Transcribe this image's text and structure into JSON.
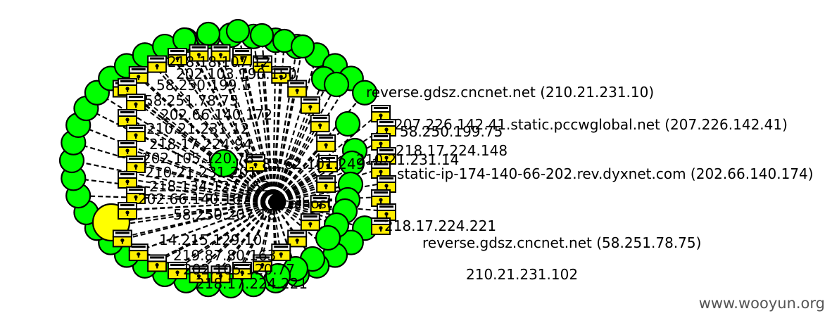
{
  "graph": {
    "center_label": "localhost",
    "colors": {
      "host_node": "#00ff00",
      "server_node": "#ffff00",
      "lock_badge": "#ffee00",
      "edge": "#000000",
      "node_stroke": "#000000"
    },
    "icons": {
      "host": "green-circle-node",
      "server": "yellow-circle-node",
      "secured": "padlock-server-icon"
    },
    "readable_labels": [
      "reverse.gdsz.cncnet.net (210.21.231.10)",
      "207.226.142.41.static.pccwglobal.net (207.226.142.41)",
      "218.17.224.148",
      "210.21.231.14",
      "static-ip-174-140-66-202.rev.dyxnet.com (202.66.140.174)",
      "reverse.gdsz.cncnet.net (58.251.78.75)",
      "210.21.231.102",
      "83.62.101.249",
      "58.250.199.75",
      "218.17.224.221"
    ],
    "inner_labels": [
      "218.18.107.12",
      "202.103.190.150",
      "58.250.199.1",
      "58.251.78.75",
      "202.66.140.172",
      "210.21.231.12",
      "218.17.224.94",
      "202.105.120.78",
      "210.21.231.201",
      "218.134.127.152",
      "202.66.140.167",
      "58.250.207.18",
      "14.215.129.10",
      "219.87.80.163",
      "202.105.120.77",
      "218.17.224.221"
    ]
  },
  "watermark": "www.wooyun.org"
}
